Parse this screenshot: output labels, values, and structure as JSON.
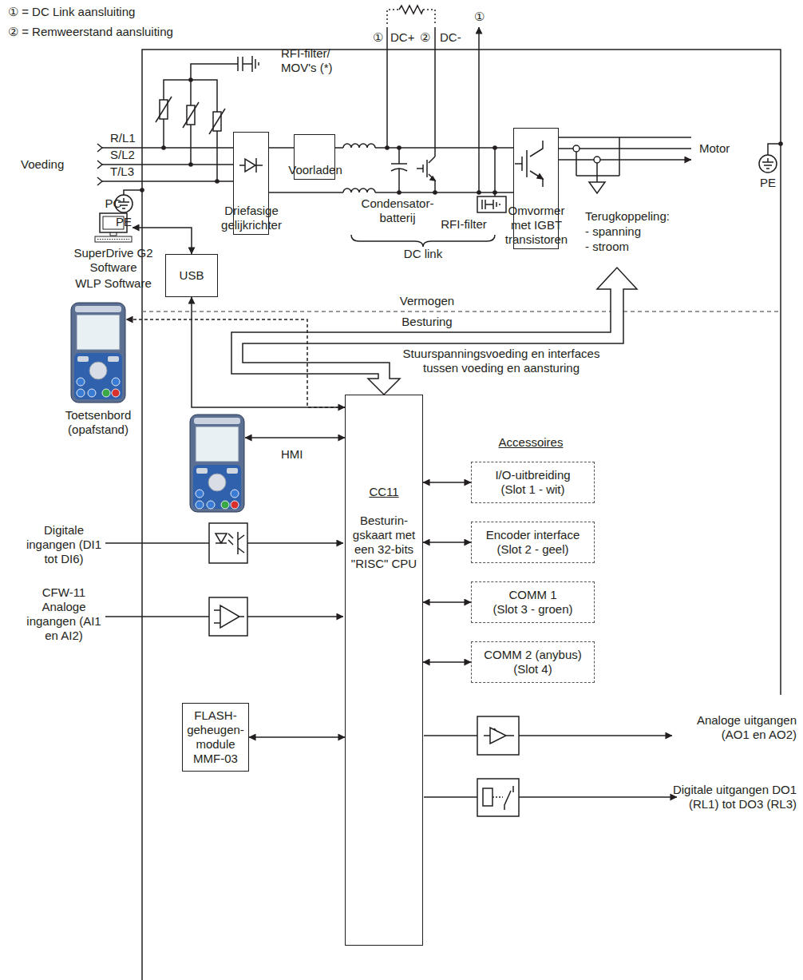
{
  "diagram": {
    "nodes": [
      {
        "text": [
          "Driefasige gelijkrichter"
        ]
      },
      {
        "text": [
          "Voorladen"
        ]
      },
      {
        "text": [
          "Omvormer met IGBT transistoren"
        ]
      },
      {
        "text": [
          "PC",
          "SuperDrive G2 Software",
          "WLP Software"
        ]
      },
      {
        "text": [
          "USB"
        ]
      },
      {
        "text": [
          "Toetsenbord (opafstand)"
        ]
      },
      {
        "text": [
          "HMI"
        ]
      },
      {
        "text": [
          "CC11",
          "Besturin- gskaart met een 32-bits \"RISC\" CPU"
        ]
      },
      {
        "text": [
          "I/O-uitbreiding",
          "(Slot 1 - wit)"
        ]
      },
      {
        "text": [
          "Encoder interface",
          "(Slot 2 - geel)"
        ]
      },
      {
        "text": [
          "COMM 1",
          "(Slot 3 - groen)"
        ]
      },
      {
        "text": [
          "COMM 2 (anybus)",
          "(Slot 4)"
        ]
      },
      {
        "text": [
          "FLASH- geheugen- module MMF-03"
        ]
      }
    ],
    "edges": [
      {
        "from": 0,
        "to": 1,
        "arrow": "none"
      },
      {
        "from": 1,
        "to": 2,
        "arrow": "none"
      },
      {
        "from": 0,
        "to": 2,
        "arrow": "none"
      },
      {
        "from": 3,
        "to": 4,
        "arrow": "both"
      },
      {
        "from": 4,
        "to": 7,
        "arrow": "both"
      },
      {
        "from": 7,
        "to": 5,
        "arrow": "to"
      },
      {
        "from": 6,
        "to": 7,
        "arrow": "both"
      },
      {
        "from": 7,
        "to": 8,
        "arrow": "both"
      },
      {
        "from": 7,
        "to": 9,
        "arrow": "both"
      },
      {
        "from": 7,
        "to": 10,
        "arrow": "both"
      },
      {
        "from": 7,
        "to": 11,
        "arrow": "both"
      },
      {
        "from": 12,
        "to": 7,
        "arrow": "both"
      }
    ],
    "labels": [
      "① = DC Link aansluiting",
      "② = Remweerstand aansluiting",
      "①",
      "①",
      "DC+",
      "②",
      "DC-",
      "RFI-filter/ MOV's (*)",
      "Voeding",
      "R/L1",
      "S/L2",
      "T/L3",
      "PE",
      "Condensator- batterij",
      "RFI-filter",
      "DC link",
      "Motor",
      "PE",
      "Terugkoppeling:",
      "- spanning",
      "- stroom",
      "Vermogen",
      "Besturing",
      "Stuurspanningsvoeding en interfaces tussen voeding en aansturing",
      "Accessoires",
      "Digitale ingangen (DI1 tot DI6)",
      "CFW-11 Analoge ingangen (AI1 en AI2)",
      "Analoge uitgangen (AO1 en AO2)",
      "Digitale uitgangen DO1 (RL1) tot DO3 (RL3)"
    ]
  }
}
